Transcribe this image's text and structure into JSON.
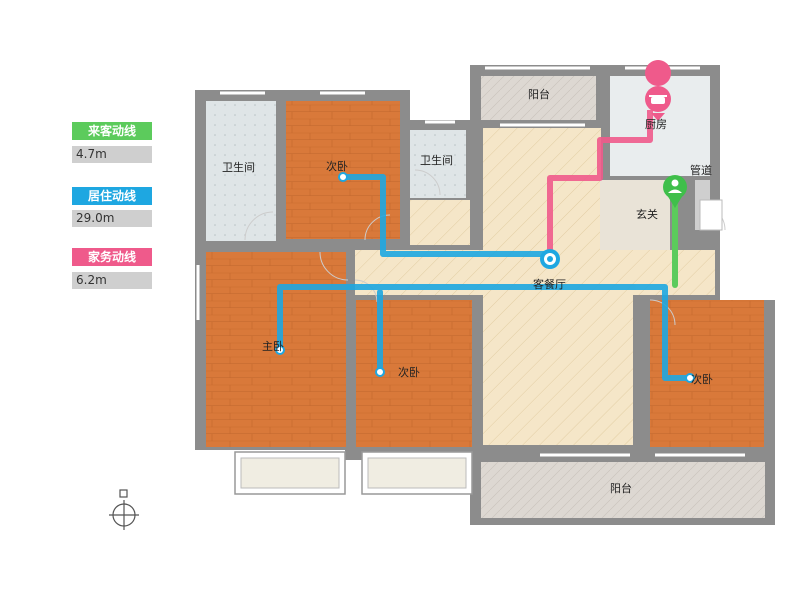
{
  "legend": {
    "guest": {
      "title": "来客动线",
      "value": "4.7m",
      "color": "#5ccb5c"
    },
    "living": {
      "title": "居住动线",
      "value": "29.0m",
      "color": "#1ea7e1"
    },
    "housework": {
      "title": "家务动线",
      "value": "6.2m",
      "color": "#ef5a8b"
    }
  },
  "rooms": {
    "bath_left": "卫生间",
    "bath_mid": "卫生间",
    "balcony_top": "阳台",
    "kitchen": "厨房",
    "bedroom_top": "次卧",
    "duct": "管道",
    "foyer": "玄关",
    "living_dining": "客餐厅",
    "master": "主卧",
    "bedroom_mid": "次卧",
    "bedroom_right": "次卧",
    "balcony_bottom": "阳台"
  },
  "icons": {
    "kitchen": "cooking-pot-icon",
    "entrance": "person-pin-icon",
    "living": "hub-pin-icon",
    "compass": "compass-icon"
  },
  "colors": {
    "wall": "#8c8c8c",
    "wood": "#d9793a",
    "tile": "#e3e8ea",
    "floor_living": "#f5e6c8"
  }
}
